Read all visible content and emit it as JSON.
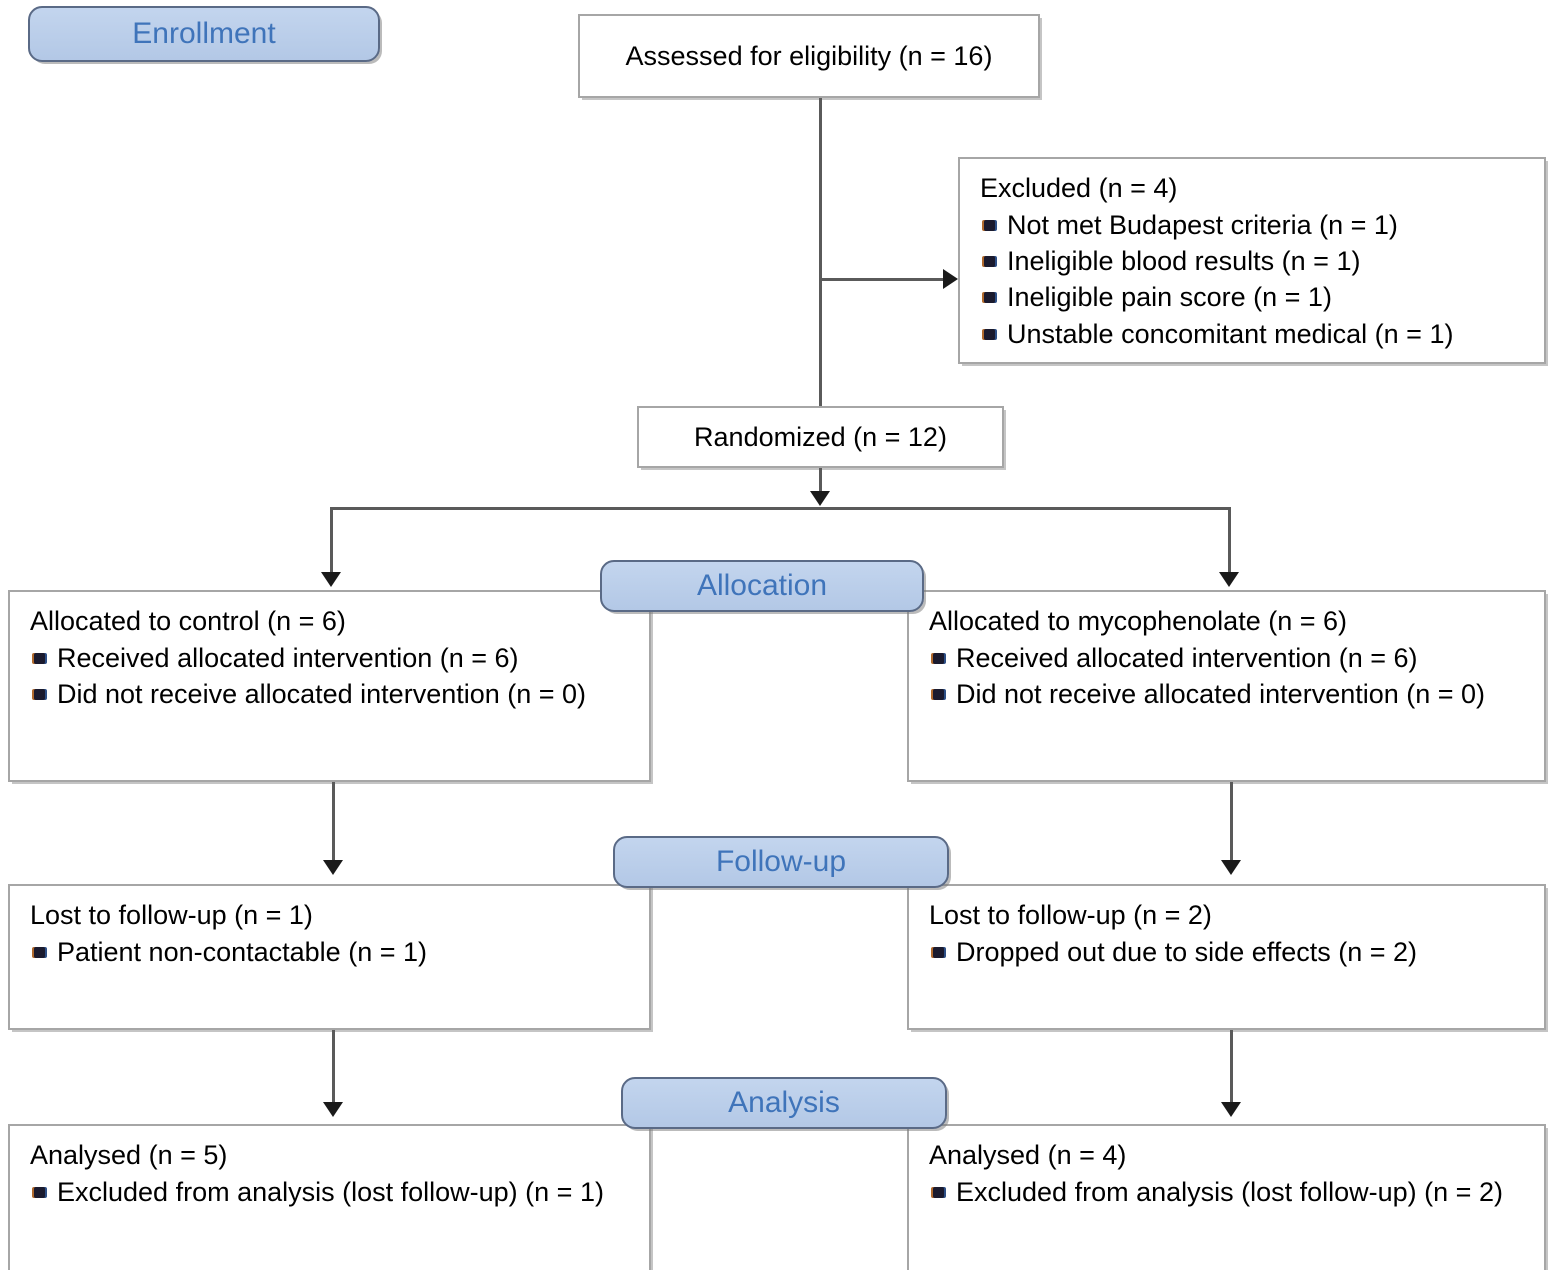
{
  "diagram": {
    "type": "consort-flow-diagram",
    "accent_blue_fill": "#b6cbe8",
    "accent_blue_text": "#3f74ba",
    "box_border": "#a6a6a6",
    "connector_color": "#5a5a5a"
  },
  "stages": {
    "enrollment": "Enrollment",
    "allocation": "Allocation",
    "followup": "Follow-up",
    "analysis": "Analysis"
  },
  "enrollment": {
    "assessed": "Assessed for eligibility (n = 16)",
    "excluded_title": "Excluded (n = 4)",
    "excluded_reasons": [
      "Not met Budapest criteria (n = 1)",
      "Ineligible blood results (n = 1)",
      "Ineligible pain score (n = 1)",
      "Unstable concomitant medical (n = 1)"
    ],
    "randomized": "Randomized (n = 12)"
  },
  "allocation": {
    "left": {
      "title": "Allocated to control (n = 6)",
      "items": [
        "Received allocated intervention (n = 6)",
        "Did not receive allocated intervention (n = 0)"
      ]
    },
    "right": {
      "title": "Allocated to mycophenolate (n = 6)",
      "items": [
        "Received allocated intervention (n = 6)",
        "Did not receive allocated intervention (n = 0)"
      ]
    }
  },
  "followup": {
    "left": {
      "title": "Lost to follow-up (n = 1)",
      "items": [
        "Patient non-contactable (n = 1)"
      ]
    },
    "right": {
      "title": "Lost to follow-up (n = 2)",
      "items": [
        "Dropped out due to side effects (n = 2)"
      ]
    }
  },
  "analysis": {
    "left": {
      "title": "Analysed (n = 5)",
      "items": [
        "Excluded from analysis (lost follow-up) (n = 1)"
      ]
    },
    "right": {
      "title": "Analysed (n = 4)",
      "items": [
        "Excluded from analysis (lost follow-up) (n = 2)"
      ]
    }
  }
}
